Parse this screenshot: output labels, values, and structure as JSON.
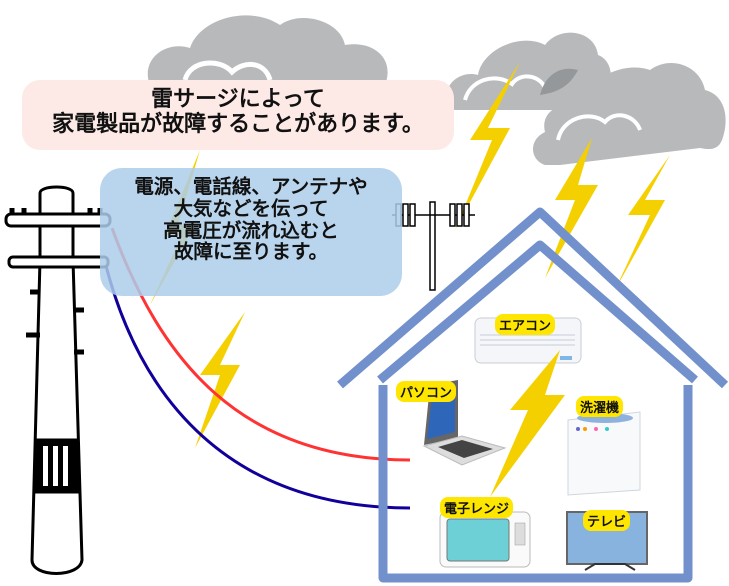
{
  "title_bubble": {
    "lines": [
      "雷サージによって",
      "家電製品が故障することがあります。"
    ],
    "background": "#fdeae6"
  },
  "info_bubble": {
    "lines": [
      "電源、電話線、アンテナや",
      "大気などを伝って",
      "高電圧が流れ込むと",
      "故障に至ります。"
    ],
    "background": "#b9d4ee"
  },
  "appliances": [
    {
      "id": "air-conditioner",
      "label": "エアコン"
    },
    {
      "id": "pc",
      "label": "パソコン"
    },
    {
      "id": "washing-machine",
      "label": "洗濯機"
    },
    {
      "id": "microwave",
      "label": "電子レンジ"
    },
    {
      "id": "tv",
      "label": "テレビ"
    }
  ],
  "colors": {
    "lightning": "#f5d000",
    "cloud": "#b8b9bb",
    "cloud_dark": "#95989a",
    "house": "#7290cc",
    "power_line": "#ff3333",
    "phone_line": "#12009a",
    "label_bg": "#ffe600"
  },
  "icons": [
    "cloud-icon",
    "lightning-icon",
    "utility-pole-icon",
    "tv-antenna-icon",
    "house-icon",
    "air-conditioner-icon",
    "laptop-icon",
    "washing-machine-icon",
    "microwave-icon",
    "tv-icon"
  ]
}
